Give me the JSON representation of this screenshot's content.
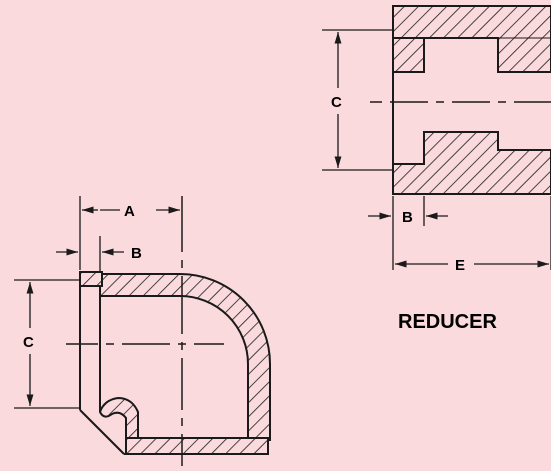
{
  "colors": {
    "background": "#fadadd",
    "stroke": "#1a1a1a",
    "hatch": "#1a1a1a"
  },
  "reducer": {
    "title": "REDUCER",
    "dim_c": "C",
    "dim_b": "B",
    "dim_e": "E"
  },
  "elbow": {
    "dim_a": "A",
    "dim_b": "B",
    "dim_c": "C"
  }
}
